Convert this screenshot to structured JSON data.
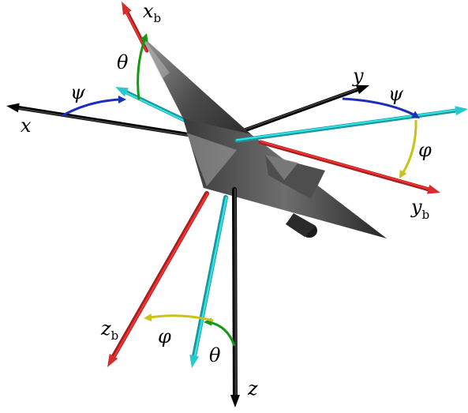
{
  "colors": {
    "inertial_axis": "#000000",
    "body_axis": "#d92b2b",
    "intermediate_axis": "#27c9cc",
    "psi_arc": "#1c2fb5",
    "theta_arc": "#139a13",
    "phi_arc": "#c8c21a",
    "aircraft_dark": "#2c2c2c",
    "aircraft_light": "#8a8a8a"
  },
  "labels": {
    "x": "x",
    "y": "y",
    "z": "z",
    "xb": {
      "main": "x",
      "sub": "b"
    },
    "yb": {
      "main": "y",
      "sub": "b"
    },
    "zb": {
      "main": "z",
      "sub": "b"
    },
    "psi_left": "ψ",
    "psi_right": "ψ",
    "theta_top": "θ",
    "theta_bottom": "θ",
    "phi_right": "φ",
    "phi_bottom": "φ"
  },
  "icons": {
    "aircraft": "delta-wing-aircraft-icon"
  }
}
